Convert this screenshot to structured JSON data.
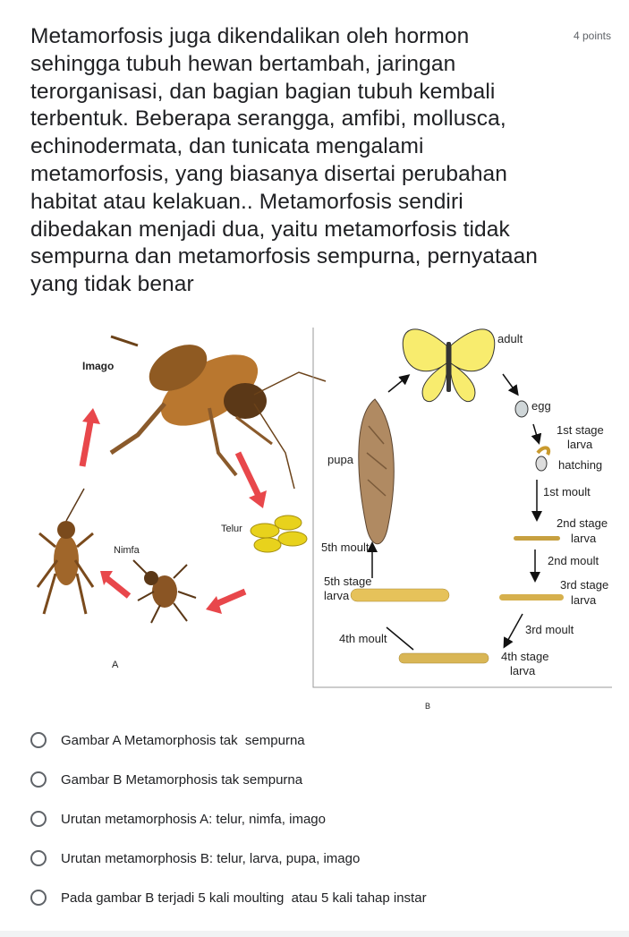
{
  "question": {
    "text": "Metamorfosis juga dikendalikan oleh hormon sehingga tubuh hewan bertambah, jaringan terorganisasi, dan bagian bagian tubuh kembali terbentuk. Beberapa serangga, amfibi, mollusca, echinodermata, dan tunicata mengalami metamorfosis, yang biasanya disertai perubahan habitat atau kelakuan.. Metamorfosis sendiri dibedakan menjadi dua, yaitu metamorfosis tidak sempurna dan metamorfosis sempurna, pernyataan yang tidak benar",
    "points": "4 points"
  },
  "figure_a": {
    "imago": "Imago",
    "telur": "Telur",
    "nimfa": "Nimfa",
    "caption": "A"
  },
  "figure_b": {
    "adult": "adult",
    "egg": "egg",
    "stage1a": "1st stage",
    "stage1b": "larva",
    "stage1c": "hatching",
    "pupa": "pupa",
    "moult1": "1st moult",
    "stage2a": "2nd stage",
    "stage2b": "larva",
    "moult5": "5th moult",
    "moult2": "2nd moult",
    "stage5a": "5th stage",
    "stage5b": "larva",
    "stage3a": "3rd stage",
    "stage3b": "larva",
    "moult3": "3rd moult",
    "moult4": "4th moult",
    "stage4a": "4th stage",
    "stage4b": "larva",
    "caption": "B"
  },
  "colors": {
    "butterfly": "#f8ec6e",
    "larva": "#e6c25a",
    "pupa": "#b08a62",
    "cricket": "#a0662a",
    "arrow_red": "#e8474b",
    "egg_yellow": "#e8d21c"
  },
  "options": [
    "Gambar A Metamorphosis tak  sempurna",
    "Gambar B Metamorphosis tak sempurna",
    "Urutan metamorphosis A: telur, nimfa, imago",
    "Urutan metamorphosis B: telur, larva, pupa, imago",
    "Pada gambar B terjadi 5 kali moulting  atau 5 kali tahap instar"
  ]
}
